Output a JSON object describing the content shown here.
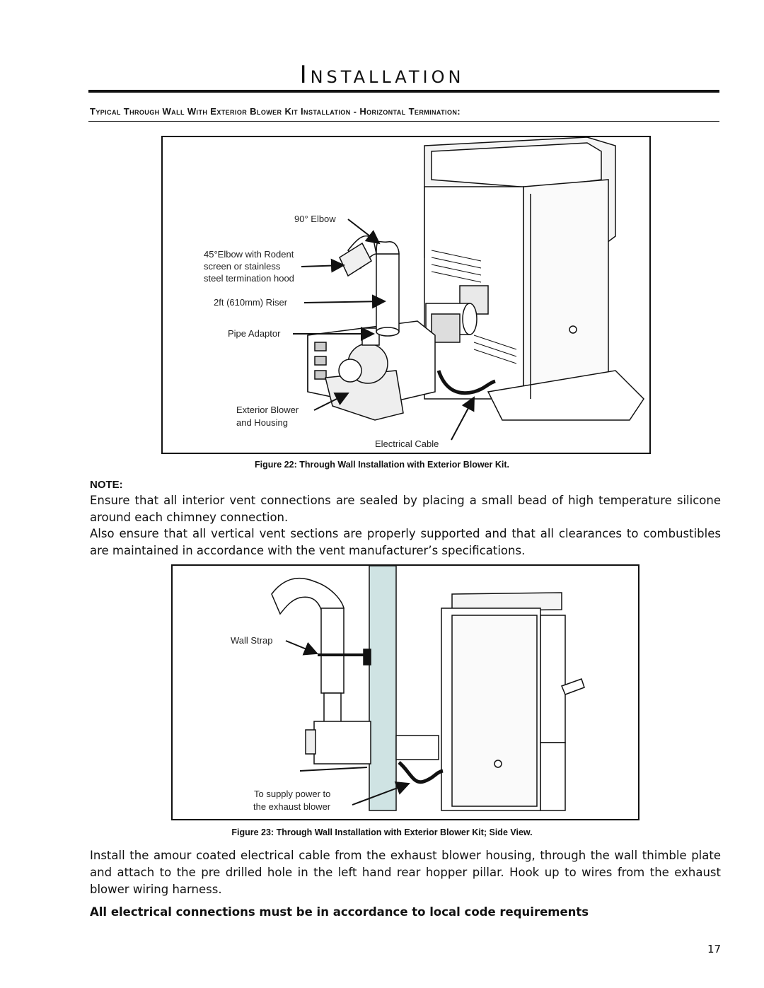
{
  "header": {
    "title": "Installation",
    "section_heading": "Typical Through Wall With Exterior Blower Kit Installation - Horizontal Termination:"
  },
  "figure22": {
    "caption": "Figure 22: Through Wall Installation with Exterior Blower Kit.",
    "labels": {
      "elbow90": "90° Elbow",
      "elbow45_line1": "45°Elbow with Rodent",
      "elbow45_line2": "screen or stainless",
      "elbow45_line3": "steel termination hood",
      "riser": "2ft (610mm) Riser",
      "adaptor": "Pipe Adaptor",
      "blower_line1": "Exterior Blower",
      "blower_line2": "and Housing",
      "cable": "Electrical Cable"
    }
  },
  "note": {
    "label": "NOTE:",
    "paragraph1": "Ensure that all interior vent connections are sealed by placing a small bead of high temperature silicone around each chimney connection.",
    "paragraph2": "Also ensure that all vertical vent sections are properly supported and that all clearances to combustibles are maintained in accordance with the vent manufacturer’s specifications."
  },
  "figure23": {
    "caption": "Figure 23: Through Wall Installation with Exterior Blower Kit; Side View.",
    "labels": {
      "wall_strap": "Wall Strap",
      "supply_line1": "To supply power to",
      "supply_line2": "the exhaust blower"
    }
  },
  "body": {
    "install_paragraph": "Install the amour coated electrical cable from the exhaust blower housing, through the wall thimble plate and attach to the pre drilled hole in the left hand rear hopper pillar. Hook up to wires from the exhaust blower wiring harness.",
    "code_requirement": "All electrical connections must be in accordance to local code requirements"
  },
  "footer": {
    "page_number": "17"
  }
}
